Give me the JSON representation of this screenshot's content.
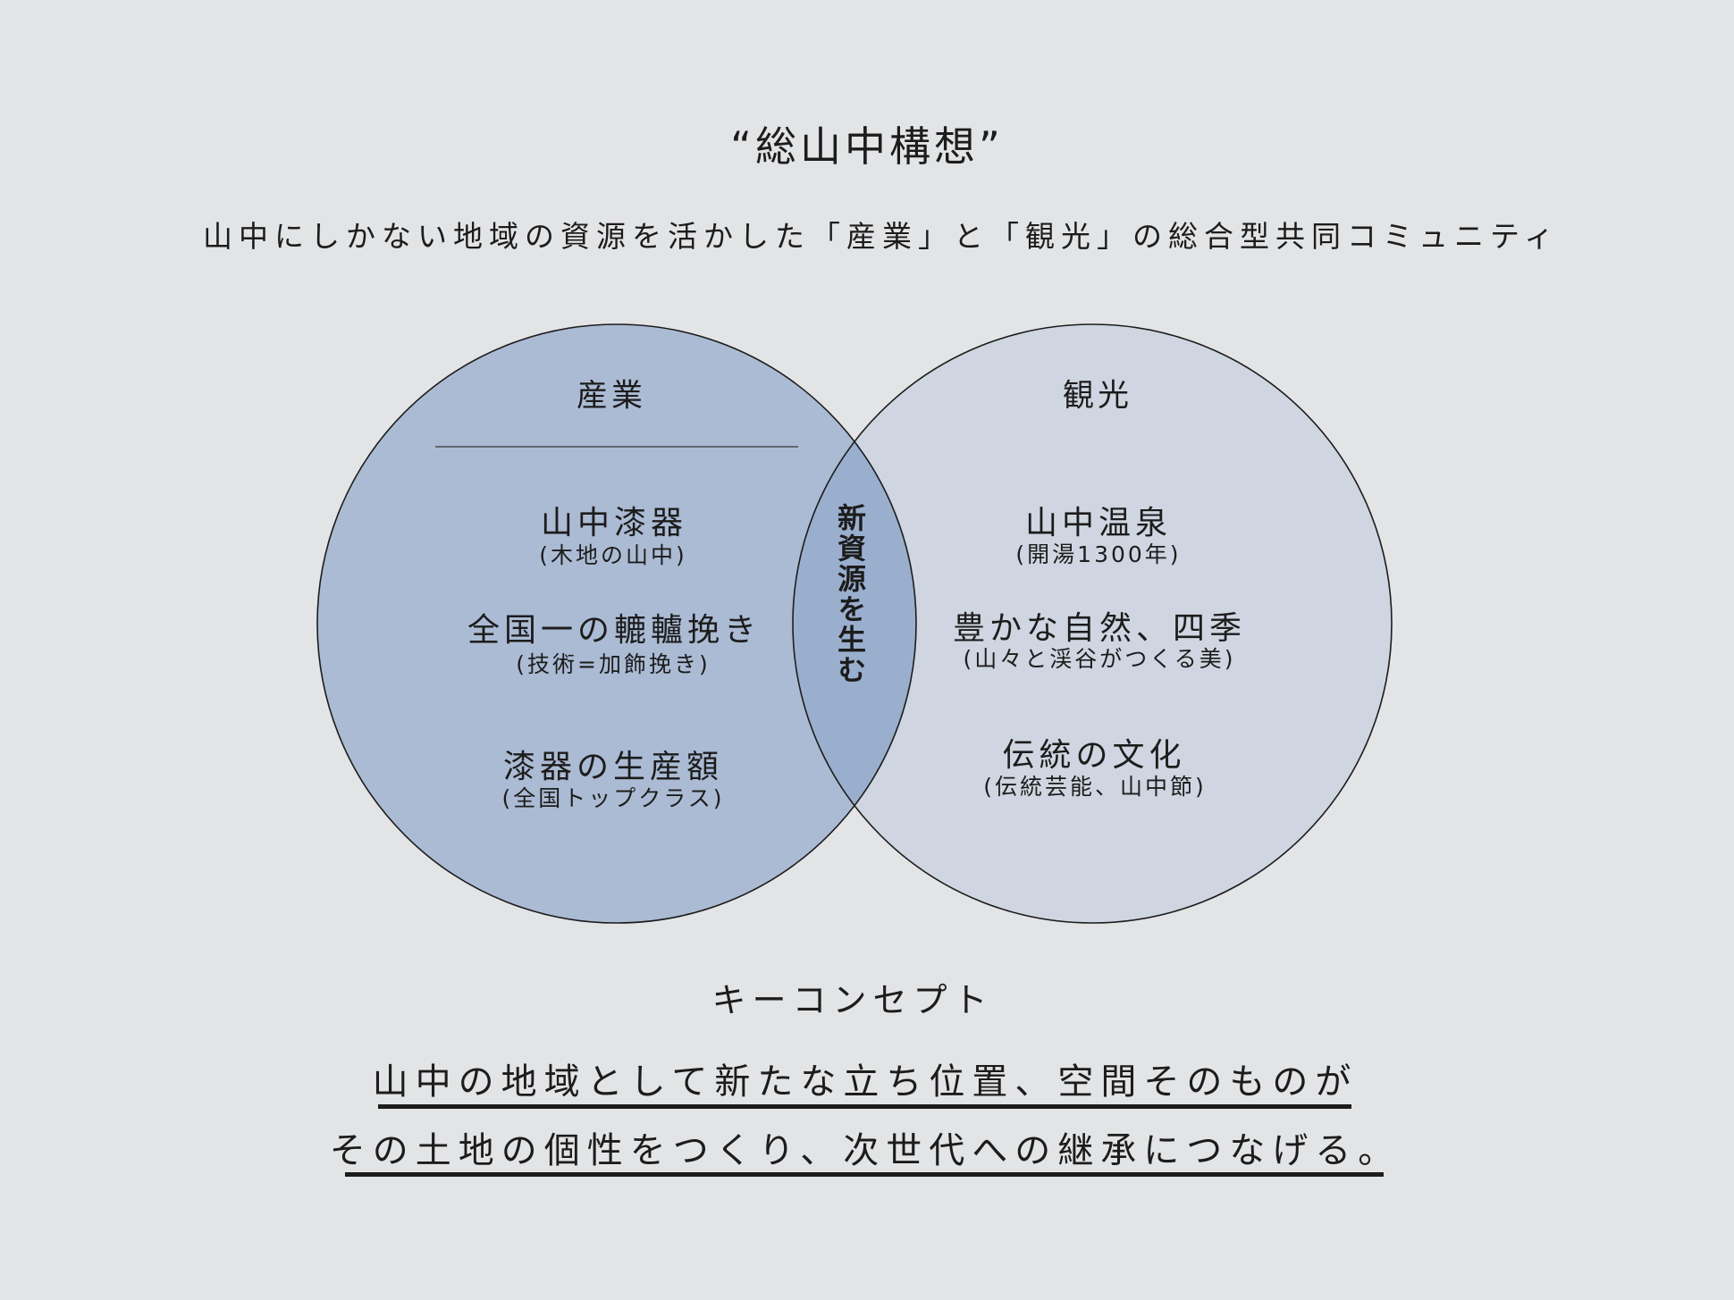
{
  "title": "“総山中構想”",
  "subtitle": "山中にしかない地域の資源を活かした「産業」と「観光」の総合型共同コミュニティ",
  "colors": {
    "background": "#e3e4e6",
    "industry_circle": "#abbbd4",
    "tourism_circle": "#cfd6e1",
    "overlap": "#9aafce"
  },
  "industry": {
    "label": "産業",
    "items": [
      {
        "main": "山中漆器",
        "sub": "(木地の山中)"
      },
      {
        "main": "全国一の轆轤挽き",
        "sub": "(技術=加飾挽き)"
      },
      {
        "main": "漆器の生産額",
        "sub": "(全国トップクラス)"
      }
    ]
  },
  "tourism": {
    "label": "観光",
    "items": [
      {
        "main": "山中温泉",
        "sub": "(開湯1300年)"
      },
      {
        "main": "豊かな自然、四季",
        "sub": "(山々と渓谷がつくる美)"
      },
      {
        "main": "伝統の文化",
        "sub": "(伝統芸能、山中節)"
      }
    ]
  },
  "overlap_label": "新資源を生む",
  "key_concept": {
    "label": "キーコンセプト",
    "lines": [
      "山中の地域として新たな立ち位置、空間そのものが",
      "その土地の個性をつくり、次世代への継承につなげる。"
    ]
  }
}
